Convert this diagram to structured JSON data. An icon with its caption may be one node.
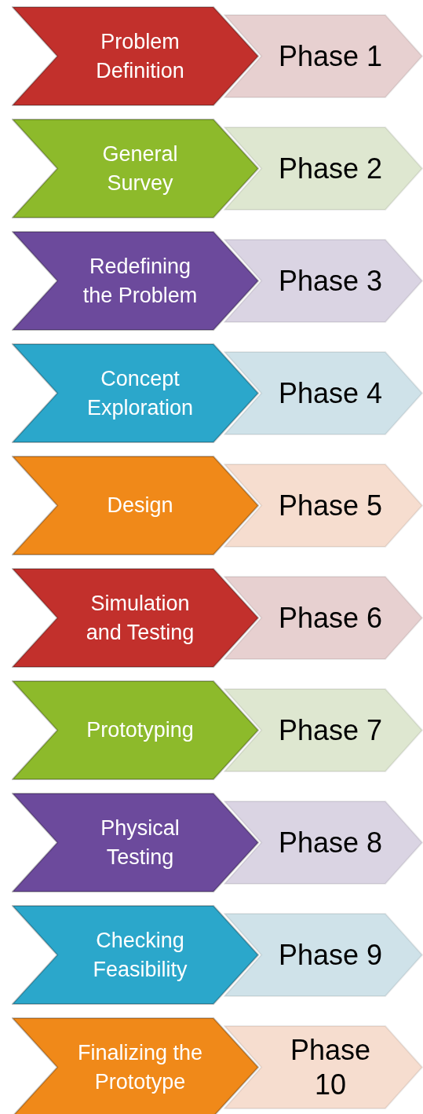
{
  "diagram": {
    "nodes": [
      {
        "text": [
          "Problem Definition"
        ]
      },
      {
        "text": [
          "Phase 1"
        ]
      },
      {
        "text": [
          "General Survey"
        ]
      },
      {
        "text": [
          "Phase 2"
        ]
      },
      {
        "text": [
          "Redefining the Problem"
        ]
      },
      {
        "text": [
          "Phase 3"
        ]
      },
      {
        "text": [
          "Concept Exploration"
        ]
      },
      {
        "text": [
          "Phase 4"
        ]
      },
      {
        "text": [
          "Design"
        ]
      },
      {
        "text": [
          "Phase 5"
        ]
      },
      {
        "text": [
          "Simulation and Testing"
        ]
      },
      {
        "text": [
          "Phase 6"
        ]
      },
      {
        "text": [
          "Prototyping"
        ]
      },
      {
        "text": [
          "Phase 7"
        ]
      },
      {
        "text": [
          "Physical Testing"
        ]
      },
      {
        "text": [
          "Phase 8"
        ]
      },
      {
        "text": [
          "Checking Feasibility"
        ]
      },
      {
        "text": [
          "Phase 9"
        ]
      },
      {
        "text": [
          "Finalizing the Prototype"
        ]
      },
      {
        "text": [
          "Phase 10"
        ]
      }
    ]
  }
}
